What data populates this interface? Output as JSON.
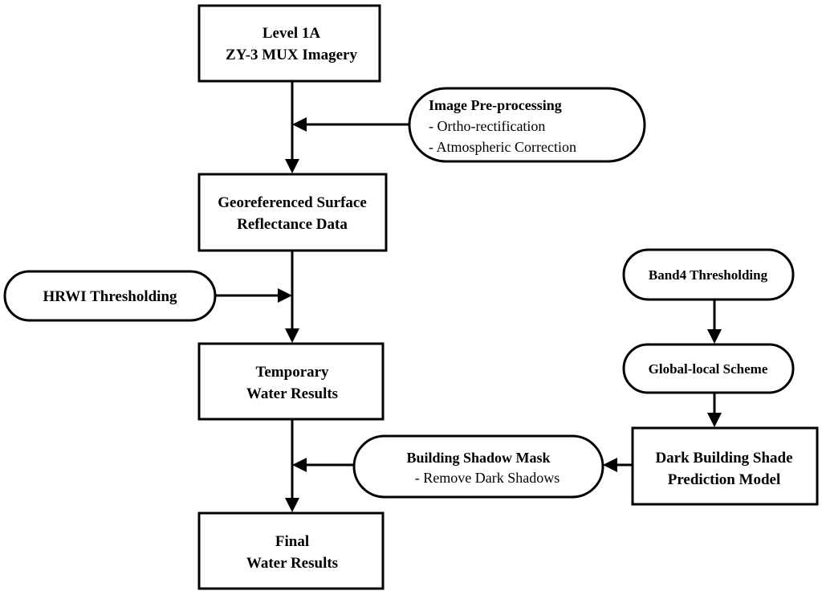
{
  "nodes": {
    "level1a": {
      "lines": [
        "Level 1A",
        "ZY-3 MUX Imagery"
      ]
    },
    "preprocessing": {
      "title": "Image Pre-processing",
      "items": [
        "- Ortho-rectification",
        "- Atmospheric Correction"
      ]
    },
    "georeferenced": {
      "lines": [
        "Georeferenced Surface",
        "Reflectance Data"
      ]
    },
    "hrwi": {
      "label": "HRWI Thresholding"
    },
    "temporary": {
      "lines": [
        "Temporary",
        "Water Results"
      ]
    },
    "band4": {
      "label": "Band4 Thresholding"
    },
    "globallocal": {
      "label": "Global-local Scheme"
    },
    "darkmodel": {
      "lines": [
        "Dark Building Shade",
        "Prediction Model"
      ]
    },
    "shadowmask": {
      "title": "Building Shadow Mask",
      "items": [
        "- Remove Dark Shadows"
      ]
    },
    "final": {
      "lines": [
        "Final",
        "Water Results"
      ]
    }
  }
}
